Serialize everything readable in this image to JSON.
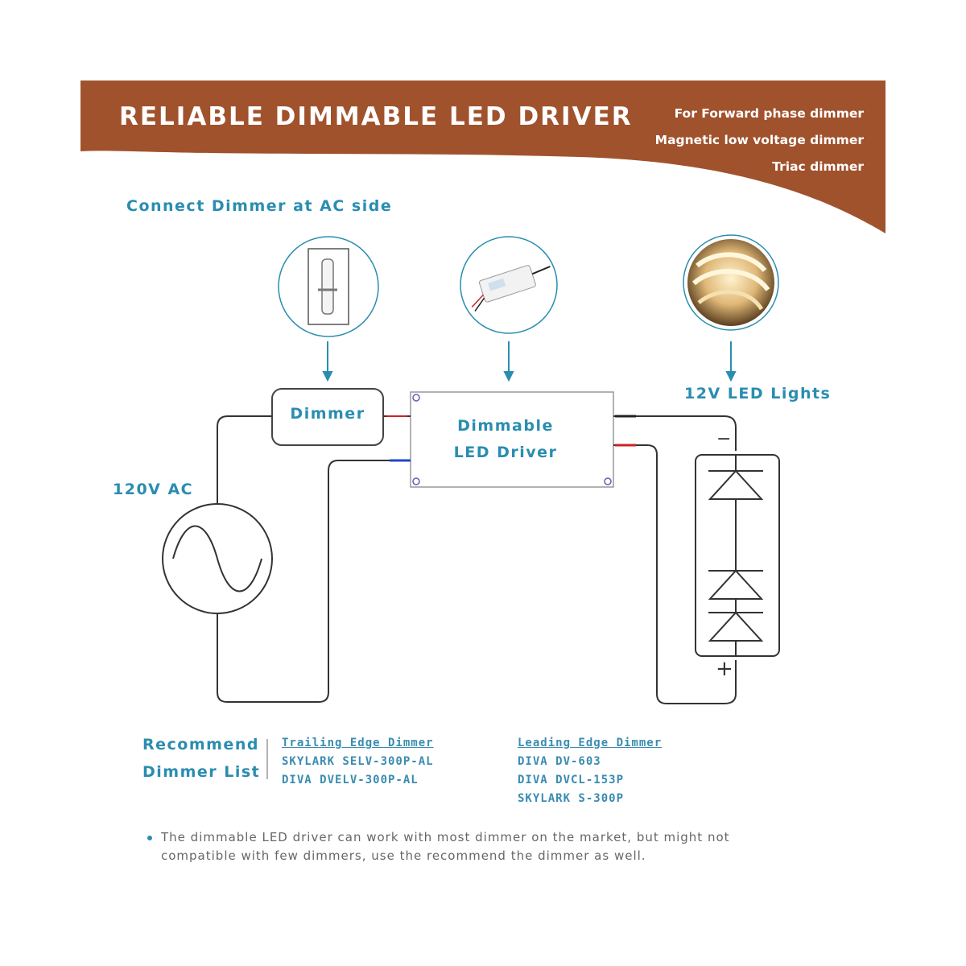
{
  "banner": {
    "title": "RELIABLE DIMMABLE LED DRIVER",
    "subtitles": [
      "For Forward phase dimmer",
      "Magnetic low voltage dimmer",
      "Triac dimmer"
    ],
    "color": "#a0522d"
  },
  "heading": "Connect Dimmer at AC side",
  "diagram": {
    "dimmer_label": "Dimmer",
    "driver_label_1": "Dimmable",
    "driver_label_2": "LED Driver",
    "source_label": "120V AC",
    "lights_label": "12V LED Lights",
    "minus": "−",
    "plus": "+"
  },
  "recommend": {
    "title_1": "Recommend",
    "title_2": "Dimmer List",
    "trailing": {
      "header": "Trailing Edge Dimmer",
      "items": [
        "SKYLARK SELV-300P-AL",
        "DIVA DVELV-300P-AL"
      ]
    },
    "leading": {
      "header": "Leading Edge Dimmer",
      "items": [
        "DIVA DV-603",
        "DIVA DVCL-153P",
        "SKYLARK S-300P"
      ]
    }
  },
  "note": {
    "line_1": "The dimmable LED driver can work with most dimmer on the market, but might not",
    "line_2": "compatible with few dimmers, use the recommend the dimmer as well."
  },
  "colors": {
    "accent_blue": "#2a8db0",
    "wire": "#333333",
    "wire_red": "#cc2222",
    "wire_blue": "#2244cc"
  }
}
